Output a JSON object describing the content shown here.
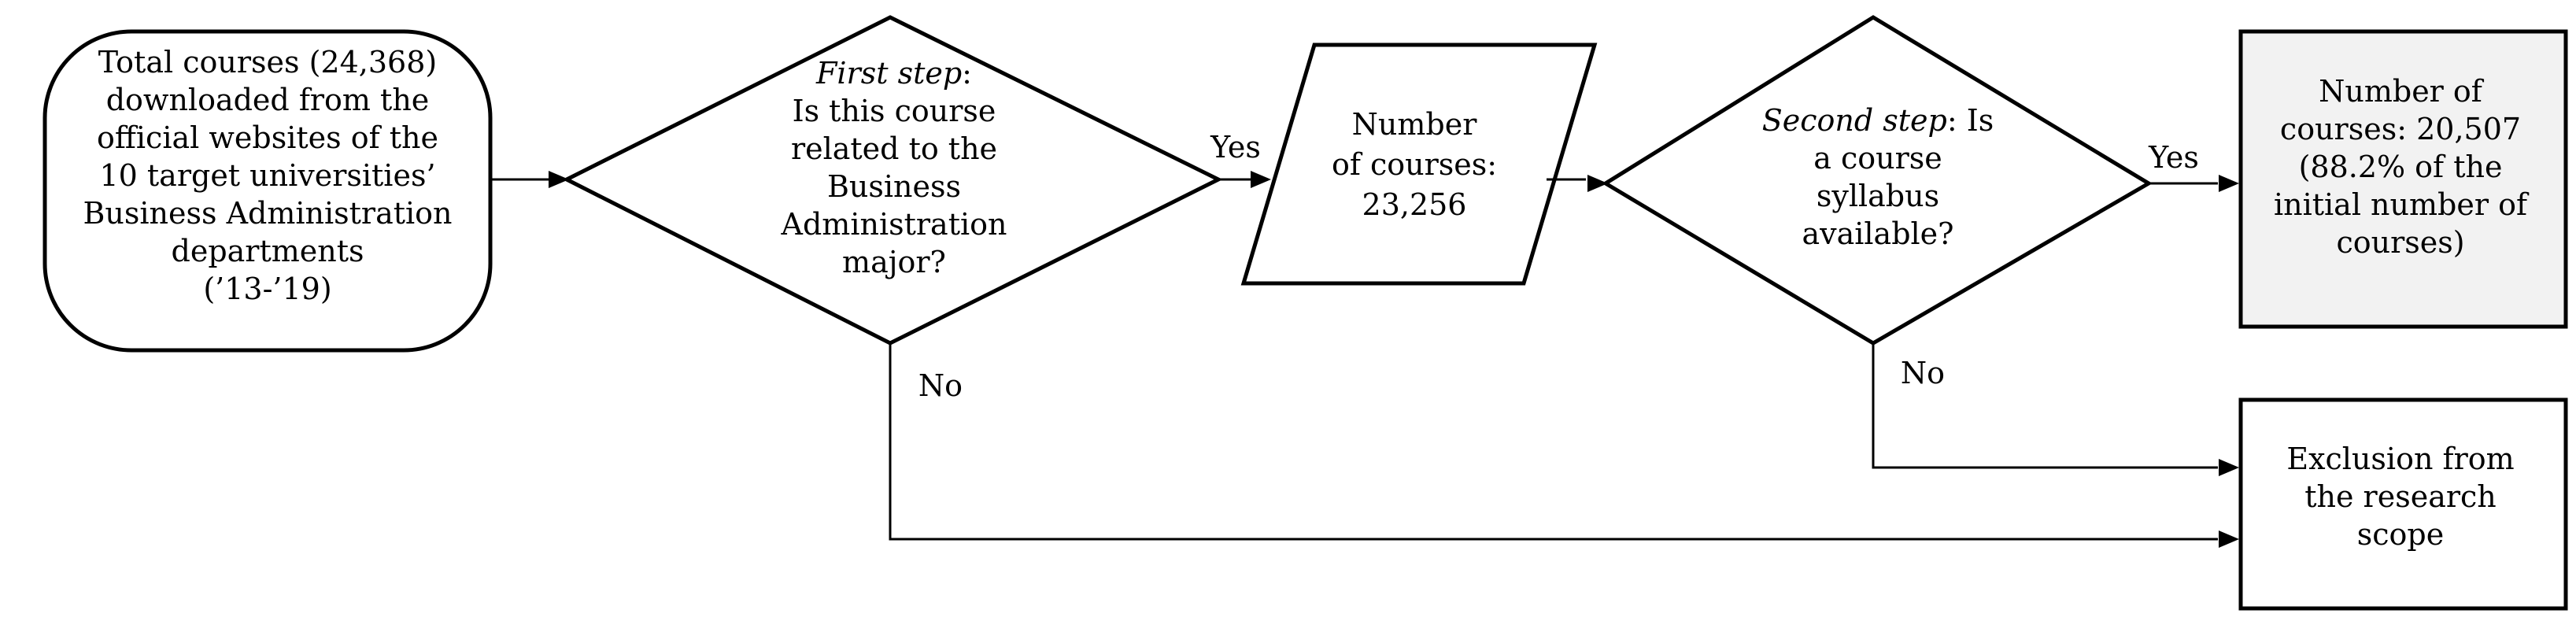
{
  "nodes": {
    "start": {
      "lines": [
        "Total courses (24,368)",
        "downloaded  from the",
        "official websites of the",
        "10 target universities’",
        "Business Administration",
        "departments",
        "(’13-’19)"
      ]
    },
    "decision1": {
      "label_italic": "First step",
      "label_suffix": ":",
      "lines": [
        "Is this course",
        "related to the",
        "Business",
        "Administration",
        "major?"
      ]
    },
    "data1": {
      "lines": [
        "Number",
        "of courses:",
        "23,256"
      ]
    },
    "decision2": {
      "label_italic": "Second step",
      "label_suffix": ": Is",
      "lines": [
        "a course",
        "syllabus",
        "available?"
      ]
    },
    "result": {
      "lines": [
        "Number of",
        "courses: 20,507",
        "(88.2% of the",
        "initial number of",
        "courses)"
      ]
    },
    "exclusion": {
      "lines": [
        "Exclusion from",
        "the research",
        "scope"
      ]
    }
  },
  "edges": {
    "d1_yes": "Yes",
    "d1_no": "No",
    "d2_yes": "Yes",
    "d2_no": "No"
  }
}
